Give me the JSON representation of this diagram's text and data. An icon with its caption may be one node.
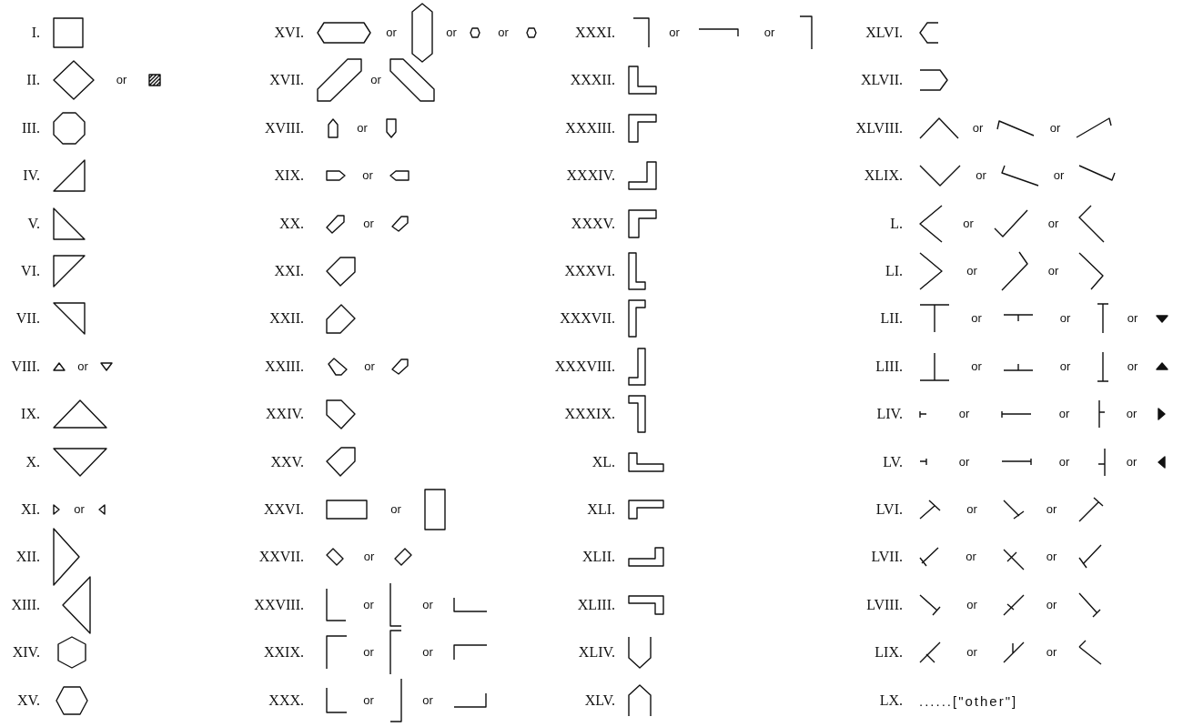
{
  "diagram": {
    "labels": [
      "I.",
      "II.",
      "or",
      "III.",
      "IV.",
      "V.",
      "VI.",
      "VII.",
      "VIII.",
      "or",
      "IX.",
      "X.",
      "XI.",
      "or",
      "XII.",
      "XIII.",
      "XIV.",
      "XV.",
      "XVI.",
      "or",
      "or",
      "or",
      "XVII.",
      "or",
      "XVIII.",
      "or",
      "XIX.",
      "or",
      "XX.",
      "or",
      "XXI.",
      "XXII.",
      "XXIII.",
      "or",
      "XXIV.",
      "XXV.",
      "XXVI.",
      "or",
      "XXVII.",
      "or",
      "XXVIII.",
      "or",
      "or",
      "XXIX.",
      "or",
      "or",
      "XXX.",
      "or",
      "or",
      "XXXI.",
      "or",
      "or",
      "XXXII.",
      "XXXIII.",
      "XXXIV.",
      "XXXV.",
      "XXXVI.",
      "XXXVII.",
      "XXXVIII.",
      "XXXIX.",
      "XL.",
      "XLI.",
      "XLII.",
      "XLIII.",
      "XLIV.",
      "XLV.",
      "XLVI.",
      "XLVII.",
      "XLVIII.",
      "or",
      "or",
      "XLIX.",
      "or",
      "or",
      "L.",
      "or",
      "or",
      "LI.",
      "or",
      "or",
      "LII.",
      "or",
      "or",
      "or",
      "LIII.",
      "or",
      "or",
      "or",
      "LIV.",
      "or",
      "or",
      "or",
      "LV.",
      "or",
      "or",
      "or",
      "LVI.",
      "or",
      "or",
      "LVII.",
      "or",
      "or",
      "LVIII.",
      "or",
      "or",
      "LIX.",
      "or",
      "or",
      "LX.",
      "......[\"other\"]"
    ]
  }
}
